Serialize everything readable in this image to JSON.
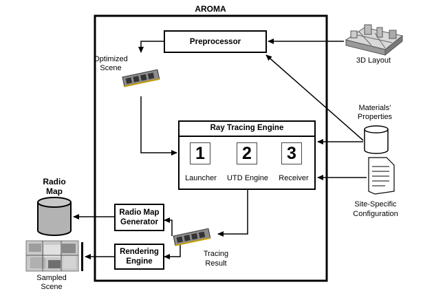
{
  "system": {
    "title": "AROMA"
  },
  "modules": {
    "preprocessor": "Preprocessor",
    "ray_tracing_engine": "Ray Tracing Engine",
    "radio_map_generator": [
      "Radio Map",
      "Generator"
    ],
    "rendering_engine": [
      "Rendering",
      "Engine"
    ]
  },
  "engine_steps": [
    {
      "number": "1",
      "label": "Launcher"
    },
    {
      "number": "2",
      "label": "UTD Engine"
    },
    {
      "number": "3",
      "label": "Receiver"
    }
  ],
  "inputs": {
    "layout": "3D Layout",
    "materials": [
      "Materials’",
      "Properties"
    ],
    "configuration": [
      "Site-Specific",
      "Configuration"
    ]
  },
  "intermediates": {
    "optimized_scene": [
      "Optimized",
      "Scene"
    ],
    "tracing_result": [
      "Tracing",
      "Result"
    ]
  },
  "outputs": {
    "radio_map": [
      "Radio",
      "Map"
    ],
    "sampled_scene": [
      "Sampled",
      "Scene"
    ]
  }
}
